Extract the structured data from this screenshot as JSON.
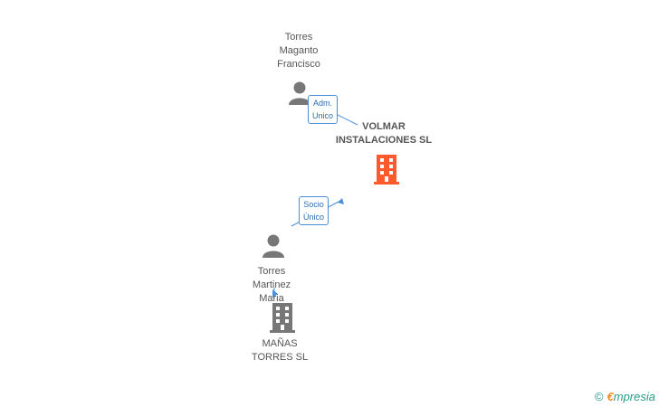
{
  "nodes": {
    "person_top": {
      "name": "Torres\nMaganto\nFrancisco"
    },
    "company_main": {
      "name": "VOLMAR\nINSTALACIONES SL"
    },
    "person_mid": {
      "name": "Torres\nMartinez\nMaria"
    },
    "company_bottom": {
      "name": "MAÑAS\nTORRES SL"
    }
  },
  "roles": {
    "adm": "Adm.\nUnico",
    "socio": "Socio\nÚnico"
  },
  "footer": {
    "copyright": "©",
    "brand_initial": "€",
    "brand_rest": "mpresia"
  },
  "colors": {
    "main_company": "#ff5a2b",
    "other_company": "#777777",
    "person": "#777777",
    "role_border": "#4a90d9"
  }
}
